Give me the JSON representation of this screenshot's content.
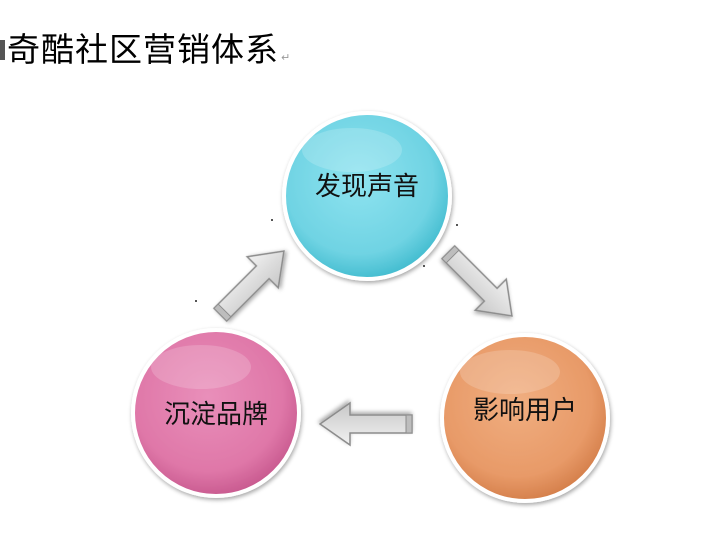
{
  "slide": {
    "title": "奇酷社区营销体系",
    "title_return_mark": "↵"
  },
  "cycle": {
    "nodes": [
      {
        "label": "发现声音",
        "color": "#6fd3e3",
        "dark": "#3fb7cc"
      },
      {
        "label": "影响用户",
        "color": "#e89a68",
        "dark": "#cf7a45"
      },
      {
        "label": "沉淀品牌",
        "color": "#df77a8",
        "dark": "#c4548a"
      }
    ],
    "arrow_color": "#d8d8d8"
  }
}
